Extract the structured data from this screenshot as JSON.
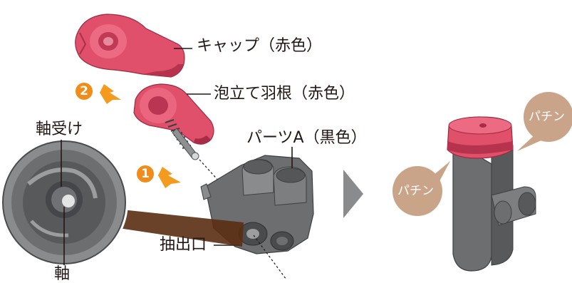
{
  "labels": {
    "cap": "キャップ（赤色）",
    "impeller": "泡立て羽根（赤色）",
    "parts_a": "パーツA（黒色）",
    "bearing": "軸受け",
    "shaft": "軸",
    "outlet": "抽出口"
  },
  "steps": {
    "step1": "1",
    "step2": "2"
  },
  "sounds": {
    "click_top": "パチン",
    "click_left": "パチン"
  },
  "colors": {
    "red_part": "#e0506a",
    "red_dark": "#b5334c",
    "gray_part": "#6d6e70",
    "gray_light": "#9c9d9f",
    "gray_dark": "#4a4b4d",
    "step_badge": "#ef8c1a",
    "arrow_orange": "#f39a1f",
    "bubble": "#c9a488",
    "arrow_gray": "#8a8b8d"
  }
}
